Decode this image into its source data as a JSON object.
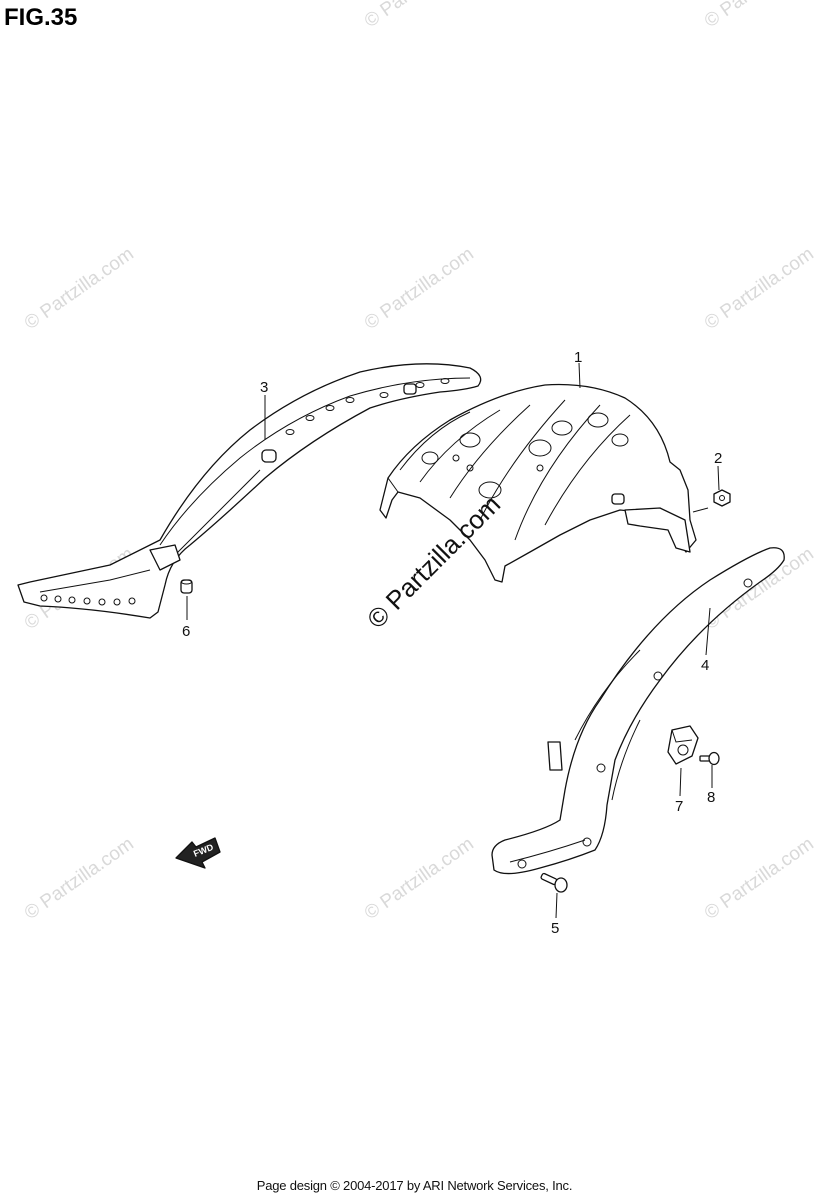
{
  "figure": {
    "title": "FIG.35"
  },
  "watermark": {
    "text": "© Partzilla.com"
  },
  "callouts": [
    {
      "id": "callout-1",
      "label": "1"
    },
    {
      "id": "callout-2",
      "label": "2"
    },
    {
      "id": "callout-3",
      "label": "3"
    },
    {
      "id": "callout-4",
      "label": "4"
    },
    {
      "id": "callout-5",
      "label": "5"
    },
    {
      "id": "callout-6",
      "label": "6"
    },
    {
      "id": "callout-7",
      "label": "7"
    },
    {
      "id": "callout-8",
      "label": "8"
    }
  ],
  "direction_arrow": {
    "label": "FWD"
  },
  "footer": {
    "text": "Page design © 2004-2017 by ARI Network Services, Inc."
  }
}
